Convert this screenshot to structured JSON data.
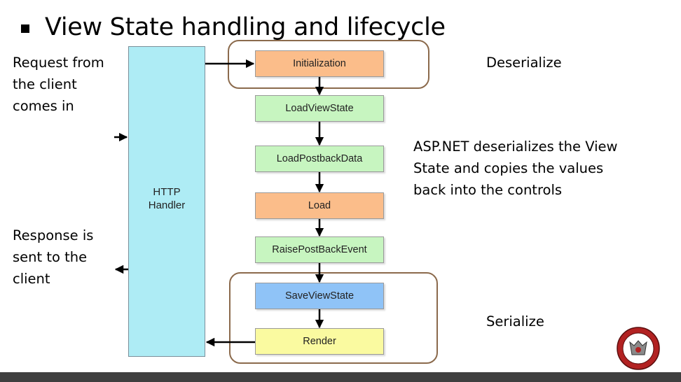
{
  "slide": {
    "title": "View State handling and lifecycle",
    "request_text": "Request from\nthe client\ncomes in",
    "response_text": "Response is\nsent to the\nclient",
    "handler_label": "HTTP\nHandler",
    "deserialize_label": "Deserialize",
    "serialize_label": "Serialize",
    "note_text": "ASP.NET deserializes the View\nState and copies the values\nback into the controls"
  },
  "stages": [
    {
      "label": "Initialization",
      "color": "#fbbd8a"
    },
    {
      "label": "LoadViewState",
      "color": "#c7f5c0"
    },
    {
      "label": "LoadPostbackData",
      "color": "#c7f5c0"
    },
    {
      "label": "Load",
      "color": "#fbbd8a"
    },
    {
      "label": "RaisePostBackEvent",
      "color": "#c7f5c0"
    },
    {
      "label": "SaveViewState",
      "color": "#8fc3f7"
    },
    {
      "label": "Render",
      "color": "#fafaa0"
    }
  ],
  "colors": {
    "handler_fill": "#aeecf5",
    "group_border": "#8b6a4c",
    "footer_bar": "#3f3f3f"
  },
  "icons": {
    "bullet": "square-bullet-icon",
    "logo": "university-seal-icon"
  }
}
